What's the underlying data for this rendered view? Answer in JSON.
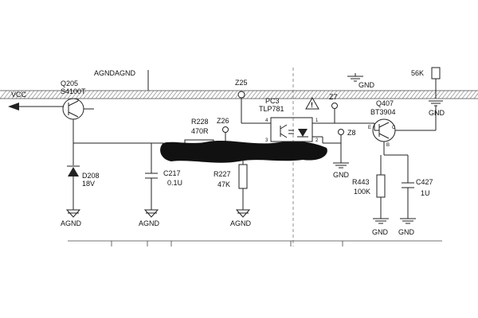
{
  "labels": {
    "agnd_top": "AGNDAGND",
    "vcc_tag": "VCC",
    "q205_ref": "Q205",
    "q205_part": "S4100T",
    "z25": "Z25",
    "pc3_ref": "PC3",
    "pc3_part": "TLP781",
    "z7": "Z7",
    "gnd_top": "GND",
    "r56k": "56K",
    "gnd_right_top": "GND",
    "q407_ref": "Q407",
    "q407_part": "BT3904",
    "r228_ref": "R228",
    "r228_val": "470R",
    "z26": "Z26",
    "z8": "Z8",
    "gnd_z8": "GND",
    "d208_ref": "D208",
    "d208_val": "18V",
    "c217_ref": "C217",
    "c217_val": "0.1U",
    "r227_ref": "R227",
    "r227_val": "47K",
    "r443_ref": "R443",
    "r443_val": "100K",
    "c427_ref": "C427",
    "c427_val": "1U",
    "agnd_d208": "AGND",
    "agnd_c217": "AGND",
    "agnd_r227": "AGND",
    "gnd_r443": "GND",
    "gnd_c427": "GND",
    "pin_e": "E",
    "pin_c": "C",
    "pin_b": "B",
    "pin_1": "1",
    "pin_2": "2",
    "pin_3": "3",
    "pin_4": "4"
  },
  "colors": {
    "ink": "#222222",
    "redaction": "#111111",
    "background": "#ffffff"
  }
}
